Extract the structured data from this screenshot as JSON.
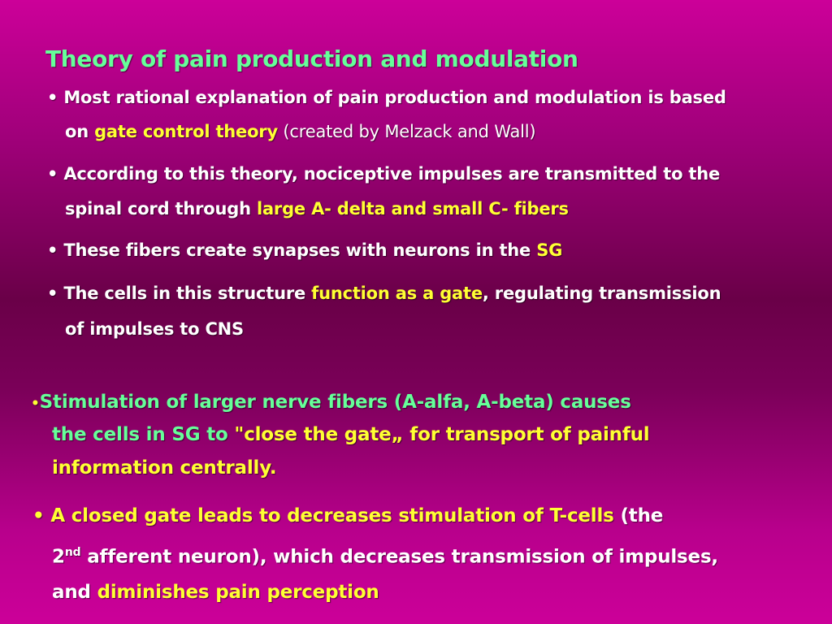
{
  "title": "Theory of pain production and modulation",
  "b1": {
    "bullet": "•",
    "l1": "Most rational explanation of pain production and modulation is based",
    "l2a": "on ",
    "l2b": "gate control theory",
    "l2c": " (created by Melzack and Wall)"
  },
  "b2": {
    "bullet": "•",
    "l1": "According to this theory, nociceptive impulses are transmitted to the",
    "l2a": "spinal cord through ",
    "l2b": "large A- delta and small C- fibers"
  },
  "b3": {
    "bullet": "•",
    "l1a": "These fibers create synapses with neurons in the ",
    "l1b": "SG"
  },
  "b4": {
    "bullet": "•",
    "l1a": "The cells in this structure ",
    "l1b": "function as a gate",
    "l1c": ", regulating transmission",
    "l2": "of impulses to CNS"
  },
  "b5": {
    "bullet": "•",
    "l1": "Stimulation of larger nerve fibers (A-alfa, A-beta) causes",
    "l2a": "the cells in SG to  ",
    "l2b": "\"close the gate„ for transport of painful",
    "l3": "information centrally."
  },
  "b6": {
    "bullet": "•",
    "l1a": "A closed gate leads to decreases stimulation of T-cells",
    "l1b": " (the",
    "l2a": "2",
    "l2sup": "nd",
    "l2b": " afferent neuron), which decreases transmission of impulses,",
    "l3a": "and ",
    "l3b": "diminishes pain perception"
  }
}
